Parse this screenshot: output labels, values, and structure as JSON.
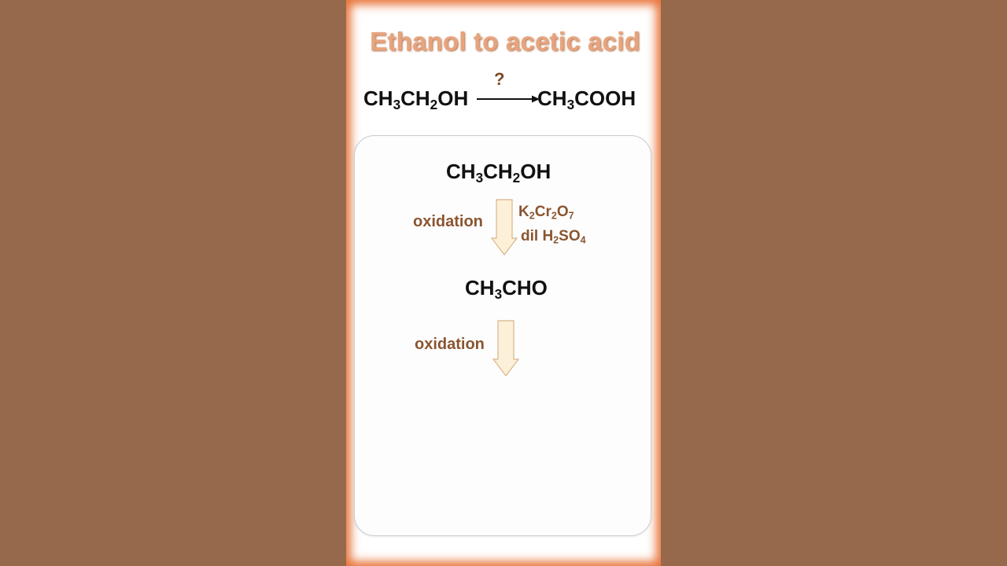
{
  "title": "Ethanol to acetic acid",
  "reaction": {
    "reactant": {
      "main": "CH",
      "s1": "3",
      "mid": "CH",
      "s2": "2",
      "end": "OH"
    },
    "question": "?",
    "product": {
      "main": "CH",
      "s1": "3",
      "end": "COOH"
    }
  },
  "steps": {
    "ethanol": {
      "main": "CH",
      "s1": "3",
      "mid": "CH",
      "s2": "2",
      "end": "OH"
    },
    "oxidation1": "oxidation",
    "reagent_line1": {
      "a": "K",
      "s1": "2",
      "b": "Cr",
      "s2": "2",
      "c": "O",
      "s3": "7"
    },
    "reagent_line2": {
      "a": "dil H",
      "s1": "2",
      "b": "SO",
      "s2": "4"
    },
    "acetaldehyde": {
      "main": "CH",
      "s1": "3",
      "end": "CHO"
    },
    "oxidation2": "oxidation"
  },
  "colors": {
    "background": "#97694c",
    "border_glow": "#e8743a",
    "title": "#e6a47e",
    "label": "#8a5530",
    "arrow_fill": "#fdf0d8",
    "arrow_stroke": "#d9b48a"
  }
}
